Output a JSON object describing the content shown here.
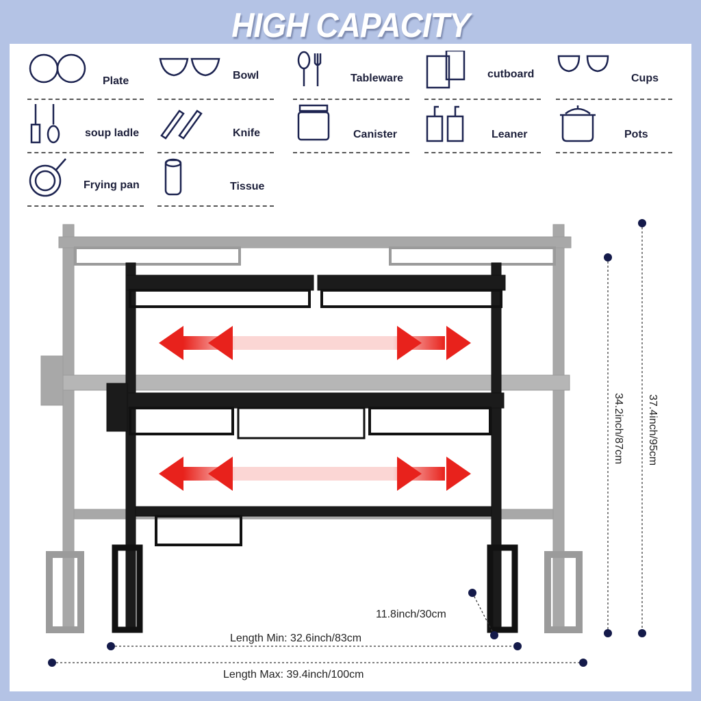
{
  "title": "HIGH CAPACITY",
  "items": [
    {
      "label": "Plate",
      "icon": "plate-icon"
    },
    {
      "label": "Bowl",
      "icon": "bowl-icon"
    },
    {
      "label": "Tableware",
      "icon": "tableware-icon"
    },
    {
      "label": "cutboard",
      "icon": "cutboard-icon"
    },
    {
      "label": "Cups",
      "icon": "cups-icon"
    },
    {
      "label": "soup ladle",
      "icon": "soup-ladle-icon"
    },
    {
      "label": "Knife",
      "icon": "knife-icon"
    },
    {
      "label": "Canister",
      "icon": "canister-icon"
    },
    {
      "label": "Leaner",
      "icon": "leaner-icon"
    },
    {
      "label": "Pots",
      "icon": "pot-icon"
    },
    {
      "label": "Frying pan",
      "icon": "frying-pan-icon"
    },
    {
      "label": "Tissue",
      "icon": "tissue-icon"
    }
  ],
  "dimensions": {
    "height_min": "34.2inch/87cm",
    "height_max": "37.4inch/95cm",
    "depth": "11.8inch/30cm",
    "length_min": "Length Min: 32.6inch/83cm",
    "length_max": "Length Max: 39.4inch/100cm"
  },
  "colors": {
    "background": "#b4c3e5",
    "icon": "#1c2350",
    "arrow": "#e8221c",
    "dot": "#141a4a"
  }
}
